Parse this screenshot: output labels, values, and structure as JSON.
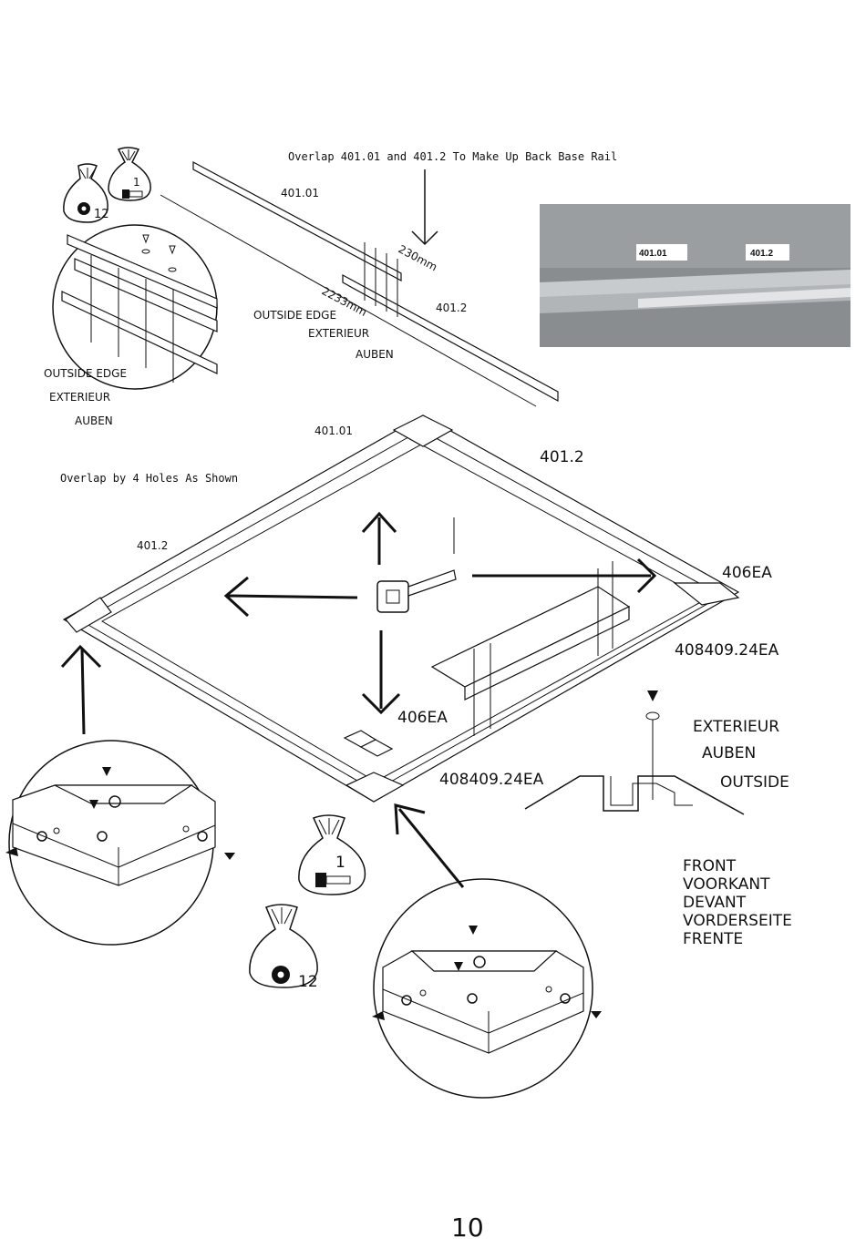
{
  "instruction_top": "Overlap 401.01 and 401.2 To Make Up Back Base Rail",
  "instruction_mid": "Overlap by 4 Holes As Shown",
  "parts": {
    "rail_back_a": "401.01",
    "rail_back_b": "401.2",
    "rail_frame_top": "401.01",
    "rail_frame_right": "401.2",
    "rail_frame_left": "401.2",
    "corner_right": "406EA",
    "corner_front": "406EA",
    "support_right": "408409.24EA",
    "support_front": "408409.24EA"
  },
  "dimensions": {
    "overlap": "230mm",
    "total": "2233mm"
  },
  "edge_labels": {
    "top_line1": "OUTSIDE EDGE",
    "top_line2": "EXTERIEUR",
    "top_line3": "AUBEN",
    "detail_line1": "OUTSIDE EDGE",
    "detail_line2": "EXTERIEUR",
    "detail_line3": "AUBEN"
  },
  "profile_labels": {
    "line1": "EXTERIEUR",
    "line2": "AUBEN",
    "line3": "OUTSIDE"
  },
  "front_labels": [
    "FRONT",
    "VOORKANT",
    "DEVANT",
    "VORDERSEITE",
    "FRENTE"
  ],
  "photo": {
    "tag_a": "401.01",
    "tag_b": "401.2"
  },
  "bags": {
    "washer_count_top": "12",
    "screw_count_top": "1",
    "screw_count_mid": "1",
    "washer_count_mid": "12"
  },
  "page_number": "10",
  "icons": [
    "bag-washer-icon",
    "bag-screw-icon",
    "tape-measure-icon",
    "arrow-icon",
    "screw-icon",
    "washer-icon"
  ]
}
